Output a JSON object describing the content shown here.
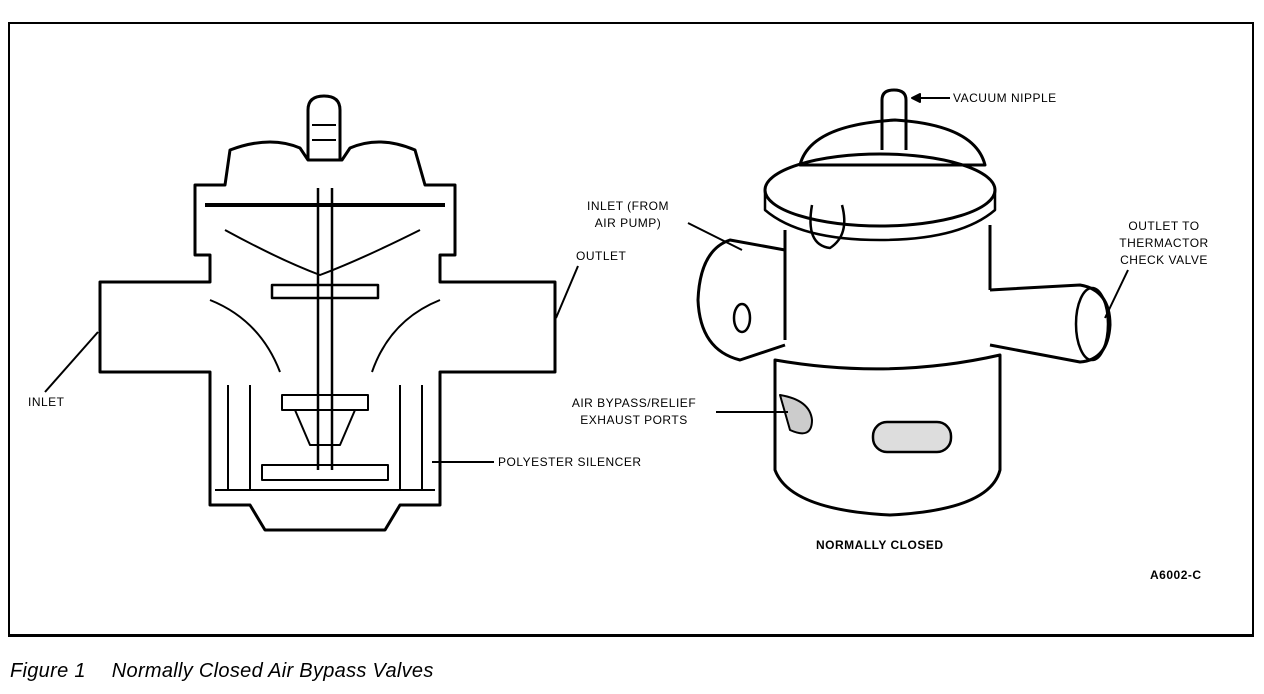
{
  "figure": {
    "number_label": "Figure 1",
    "title": "Normally Closed Air Bypass Valves",
    "code": "A6002-C"
  },
  "cross_section_labels": {
    "inlet": "INLET",
    "outlet": "OUTLET",
    "silencer": "POLYESTER SILENCER"
  },
  "exterior_labels": {
    "vacuum_nipple": "VACUUM NIPPLE",
    "inlet_line1": "INLET (FROM",
    "inlet_line2": "AIR PUMP)",
    "outlet_line1": "OUTLET TO",
    "outlet_line2": "THERMACTOR",
    "outlet_line3": "CHECK VALVE",
    "exhaust_line1": "AIR BYPASS/RELIEF",
    "exhaust_line2": "EXHAUST PORTS",
    "state": "NORMALLY CLOSED"
  }
}
